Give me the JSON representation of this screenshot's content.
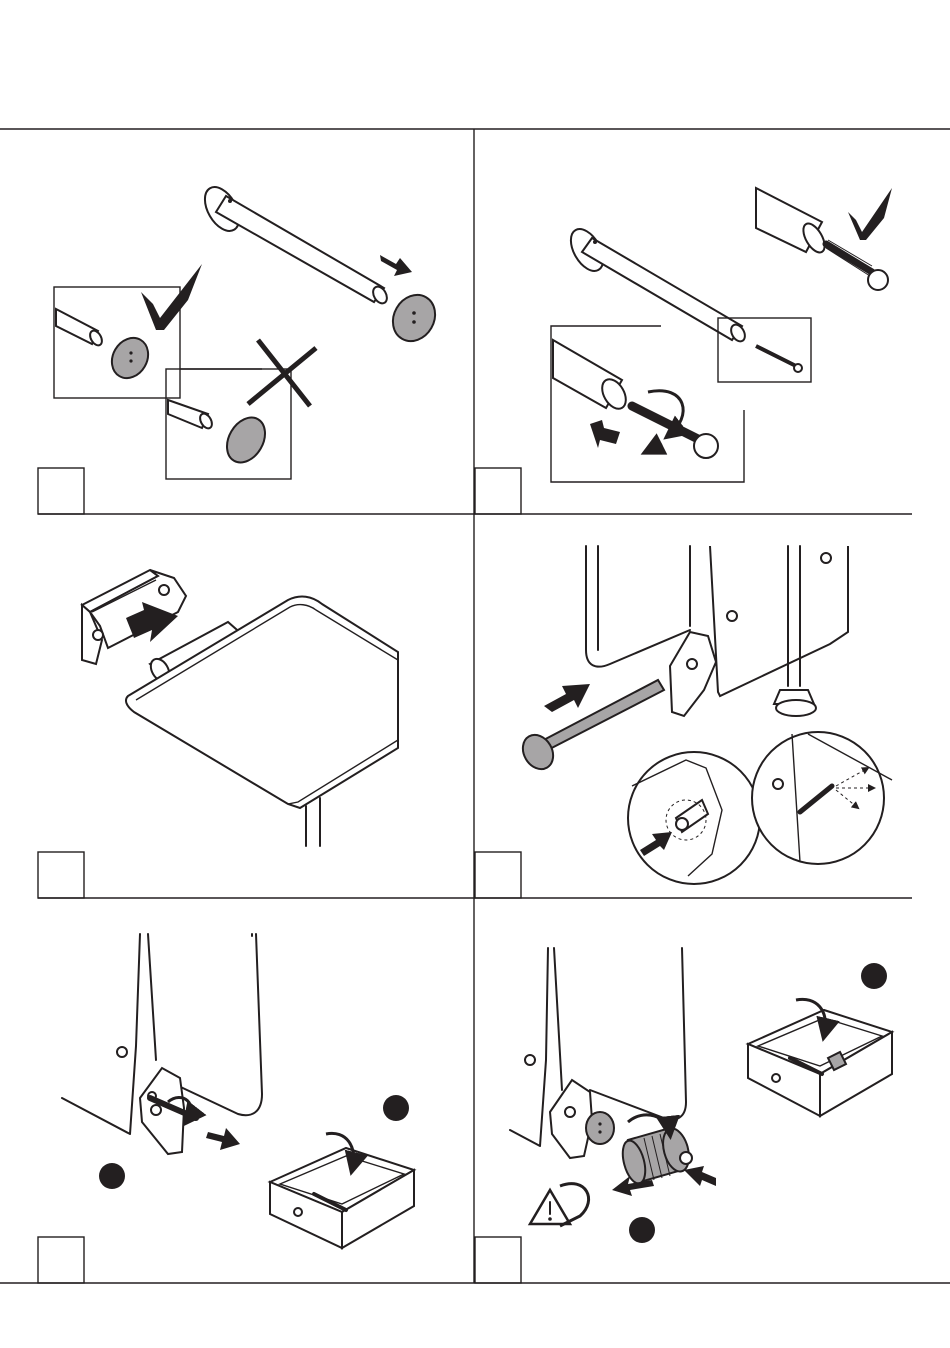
{
  "page": {
    "title": "",
    "colors": {
      "ink": "#231f20",
      "part_grey": "#a7a5a6",
      "paper": "#ffffff"
    }
  },
  "panels": [
    {
      "id": "panel-1",
      "step_label": "",
      "icons": [
        "check-icon",
        "cross-icon",
        "arrow-icon"
      ]
    },
    {
      "id": "panel-2",
      "step_label": "",
      "icons": [
        "check-icon",
        "arrow-icon",
        "rotate-arrow-icon"
      ]
    },
    {
      "id": "panel-3",
      "step_label": "",
      "icons": [
        "arrow-icon"
      ]
    },
    {
      "id": "panel-4",
      "step_label": "",
      "icons": [
        "arrow-icon",
        "direction-arrow-icon"
      ]
    },
    {
      "id": "panel-5",
      "step_label": "",
      "icons": [
        "rotate-arrow-icon",
        "arrow-icon",
        "step-dot-icon",
        "step-dot-icon"
      ]
    },
    {
      "id": "panel-6",
      "step_label": "",
      "icons": [
        "warning-icon",
        "rotate-arrow-icon",
        "arrow-icon",
        "step-dot-icon",
        "step-dot-icon"
      ]
    }
  ]
}
